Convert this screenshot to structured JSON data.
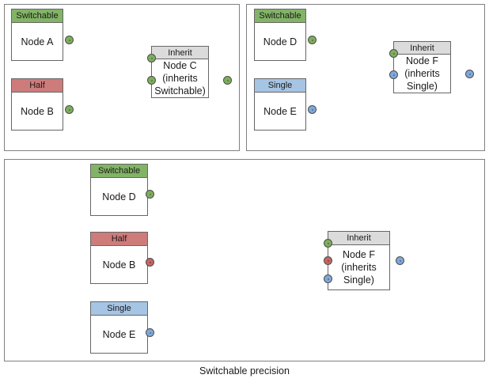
{
  "caption": "Switchable precision",
  "colors": {
    "switchable": "#82B366",
    "half": "#CE7B7B",
    "single": "#A6C4E3",
    "inherit": "#DBDBDB",
    "port_green": "#7EAE5C",
    "port_red": "#C86464",
    "port_blue": "#7FA8DA",
    "border": "#666666",
    "panel_border": "#808080",
    "edge": "#4D4D4D",
    "background": "#FFFFFF"
  },
  "panels": [
    {
      "id": "panel-top-left",
      "name": "top-left-panel",
      "nodes": [
        {
          "id": "tl-node-a",
          "header": "Switchable",
          "body": "Node A",
          "header_style": "switchable"
        },
        {
          "id": "tl-node-b",
          "header": "Half",
          "body": "Node B",
          "header_style": "half"
        },
        {
          "id": "tl-node-c",
          "header": "Inherit",
          "body": "Node C\n(inherits\nSwitchable)",
          "header_style": "inherit"
        }
      ],
      "edges": [
        {
          "from": "Node A",
          "to": "Node C",
          "port_color": "green"
        },
        {
          "from": "Node B",
          "to": "Node C",
          "port_color": "green"
        },
        {
          "from": "Node C",
          "to": "output",
          "port_color": "green"
        }
      ]
    },
    {
      "id": "panel-top-right",
      "name": "top-right-panel",
      "nodes": [
        {
          "id": "tr-node-d",
          "header": "Switchable",
          "body": "Node D",
          "header_style": "switchable"
        },
        {
          "id": "tr-node-e",
          "header": "Single",
          "body": "Node E",
          "header_style": "single"
        },
        {
          "id": "tr-node-f",
          "header": "Inherit",
          "body": "Node F\n(inherits\nSingle)",
          "header_style": "inherit"
        }
      ],
      "edges": [
        {
          "from": "Node D",
          "to": "Node F",
          "port_color": "green"
        },
        {
          "from": "Node E",
          "to": "Node F",
          "port_color": "blue"
        },
        {
          "from": "Node F",
          "to": "output",
          "port_color": "blue"
        }
      ]
    },
    {
      "id": "panel-bottom",
      "name": "bottom-panel",
      "nodes": [
        {
          "id": "bt-node-d",
          "header": "Switchable",
          "body": "Node D",
          "header_style": "switchable"
        },
        {
          "id": "bt-node-b",
          "header": "Half",
          "body": "Node B",
          "header_style": "half"
        },
        {
          "id": "bt-node-e",
          "header": "Single",
          "body": "Node E",
          "header_style": "single"
        },
        {
          "id": "bt-node-f",
          "header": "Inherit",
          "body": "Node F\n(inherits\nSingle)",
          "header_style": "inherit"
        }
      ],
      "edges": [
        {
          "from": "Node D",
          "to": "Node F",
          "port_color": "green"
        },
        {
          "from": "Node B",
          "to": "Node F",
          "port_color": "red"
        },
        {
          "from": "Node E",
          "to": "Node F",
          "port_color": "blue"
        },
        {
          "from": "Node F",
          "to": "output",
          "port_color": "blue"
        }
      ]
    }
  ],
  "tl": {
    "node_a": {
      "header": "Switchable",
      "body": "Node A"
    },
    "node_b": {
      "header": "Half",
      "body": "Node B"
    },
    "node_c": {
      "header": "Inherit",
      "body": "Node C\n(inherits\nSwitchable)"
    }
  },
  "tr": {
    "node_d": {
      "header": "Switchable",
      "body": "Node D"
    },
    "node_e": {
      "header": "Single",
      "body": "Node E"
    },
    "node_f": {
      "header": "Inherit",
      "body": "Node F\n(inherits\nSingle)"
    }
  },
  "bt": {
    "node_d": {
      "header": "Switchable",
      "body": "Node D"
    },
    "node_b": {
      "header": "Half",
      "body": "Node B"
    },
    "node_e": {
      "header": "Single",
      "body": "Node E"
    },
    "node_f": {
      "header": "Inherit",
      "body": "Node F\n(inherits\nSingle)"
    }
  }
}
